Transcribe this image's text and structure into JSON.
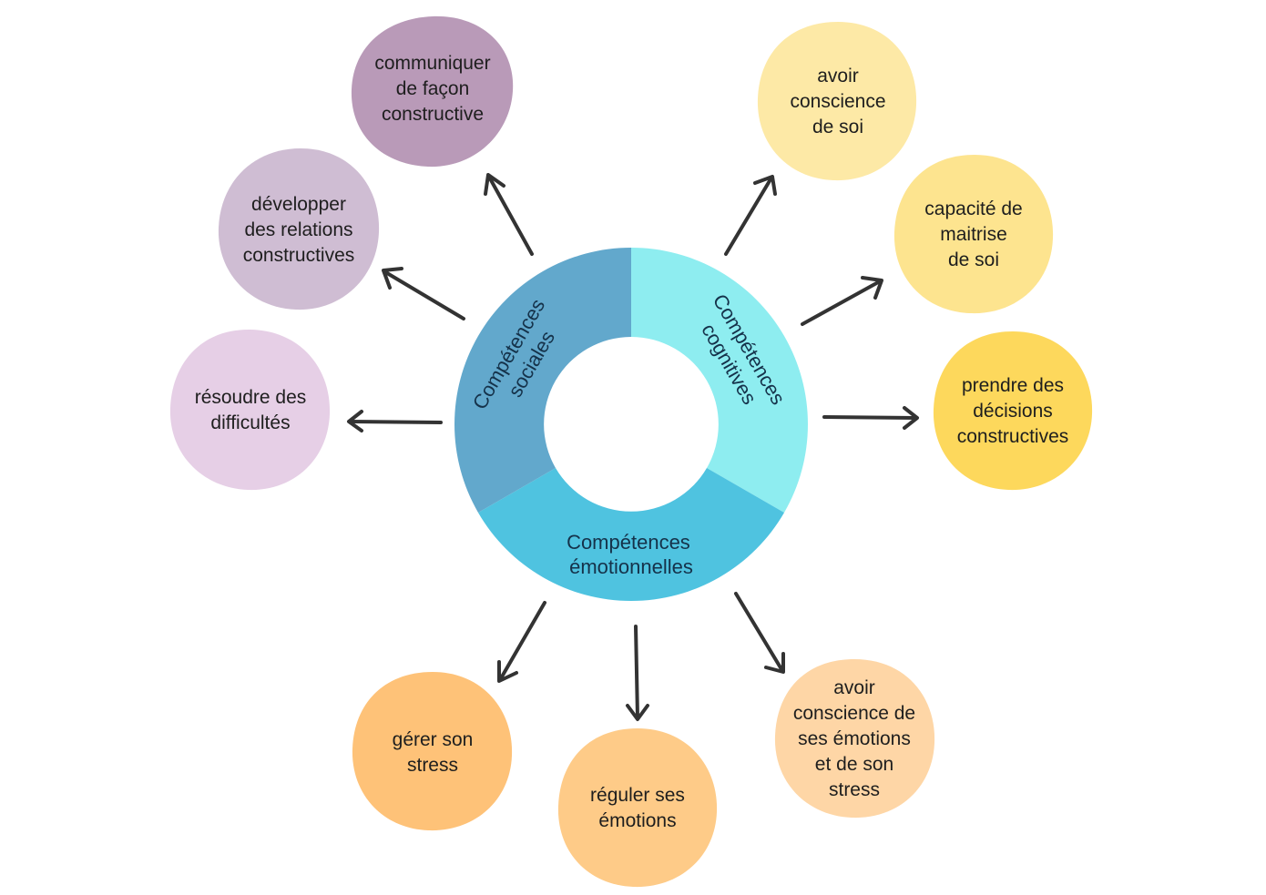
{
  "ring": {
    "sociales": {
      "lines": [
        "Compétences",
        "sociales"
      ],
      "color": "#62a8cc"
    },
    "cognitives": {
      "lines": [
        "Compétences",
        "cognitives"
      ],
      "color": "#8eedf0"
    },
    "emotionnelles": {
      "lines": [
        "Compétences",
        "émotionnelles"
      ],
      "color": "#4fc3e0"
    }
  },
  "bubbles": [
    {
      "id": "communiquer",
      "lines": [
        "communiquer",
        "de façon",
        "constructive"
      ],
      "color": "#b99ab8",
      "group": "sociales"
    },
    {
      "id": "developper",
      "lines": [
        "développer",
        "des relations",
        "constructives"
      ],
      "color": "#cfbdd3",
      "group": "sociales"
    },
    {
      "id": "resoudre",
      "lines": [
        "résoudre des",
        "difficultés"
      ],
      "color": "#e6cfe6",
      "group": "sociales"
    },
    {
      "id": "conscience-soi",
      "lines": [
        "avoir",
        "conscience",
        "de soi"
      ],
      "color": "#fde9a6",
      "group": "cognitives"
    },
    {
      "id": "maitrise-soi",
      "lines": [
        "capacité de",
        "maitrise",
        "de soi"
      ],
      "color": "#fde48f",
      "group": "cognitives"
    },
    {
      "id": "decisions",
      "lines": [
        "prendre des",
        "décisions",
        "constructives"
      ],
      "color": "#fdd85c",
      "group": "cognitives"
    },
    {
      "id": "gerer-stress",
      "lines": [
        "gérer son",
        "stress"
      ],
      "color": "#fec278",
      "group": "emotionnelles"
    },
    {
      "id": "reguler",
      "lines": [
        "réguler ses",
        "émotions"
      ],
      "color": "#fecb88",
      "group": "emotionnelles"
    },
    {
      "id": "conscience-emotions",
      "lines": [
        "avoir",
        "conscience de",
        "ses émotions",
        "et de son",
        "stress"
      ],
      "color": "#fed6a6",
      "group": "emotionnelles"
    }
  ]
}
